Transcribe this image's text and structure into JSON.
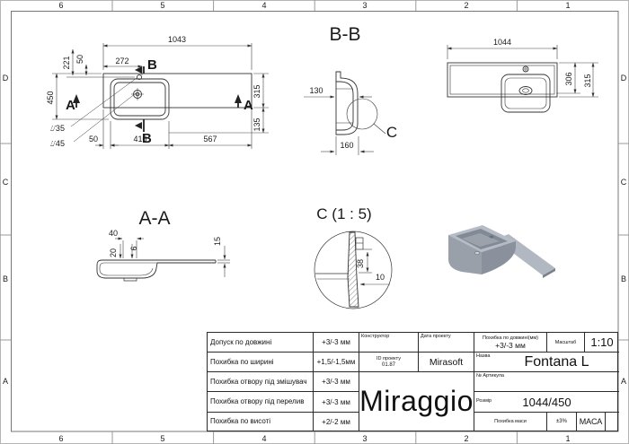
{
  "sheet": {
    "columns": [
      "6",
      "5",
      "4",
      "3",
      "2",
      "1"
    ],
    "rows": [
      "D",
      "C",
      "B",
      "A"
    ]
  },
  "views": {
    "plan": {
      "d1043": "1043",
      "d272": "272",
      "d221": "221",
      "d50_top": "50",
      "d450": "450",
      "d315": "315",
      "d135": "135",
      "d35": "⌰35",
      "d45": "⌰45",
      "d50_bottom": "50",
      "d410": "410",
      "d567": "567",
      "a": "A",
      "b": "B"
    },
    "section_bb": {
      "title": "B-B",
      "d130": "130",
      "d160": "160",
      "c": "C"
    },
    "top_view": {
      "d1044": "1044",
      "d306": "306",
      "d315": "315"
    },
    "section_aa": {
      "title": "A-A",
      "d40": "40",
      "d20": "20",
      "d6": "6",
      "d15": "15"
    },
    "detail_c": {
      "title": "C (1 : 5)",
      "d38": "38",
      "d10": "10"
    }
  },
  "title_block": {
    "tolerances": [
      {
        "label": "Допуск по довжині",
        "value": "+3/-3 мм"
      },
      {
        "label": "Похибка по ширині",
        "value": "+1,5/-1,5мм"
      },
      {
        "label": "Похибка отвору під змішувач",
        "value": "+3/-3 мм"
      },
      {
        "label": "Похибка отвору під перелив",
        "value": "+3/-3 мм"
      },
      {
        "label": "Похибка по висоті",
        "value": "+2/-2 мм"
      }
    ],
    "constructor_label": "Конструктор",
    "project_date_label": "Дата проекту",
    "project_id_label": "ID проекту",
    "project_id_value": "01.87",
    "designer": "Mirasoft",
    "brand": "Miraggio",
    "length_tolerance_label": "Похибка по довжині(мм)",
    "length_tolerance_value": "+3/-3 мм",
    "scale_label": "Масштаб",
    "scale_value": "1:10",
    "name_label": "Назва",
    "name_value": "Fontana L",
    "article_label": "№ Артикула",
    "size_label": "Розмір",
    "size_value": "1044/450",
    "mass_tolerance_label": "Похибка маси",
    "mass_tolerance_value": "±3%",
    "mass_label": "МАСА"
  },
  "colors": {
    "line": "#333333",
    "frame": "#999999",
    "render_light": "#b6bcc6",
    "render_mid": "#99a0aa",
    "render_dark": "#828a95"
  }
}
